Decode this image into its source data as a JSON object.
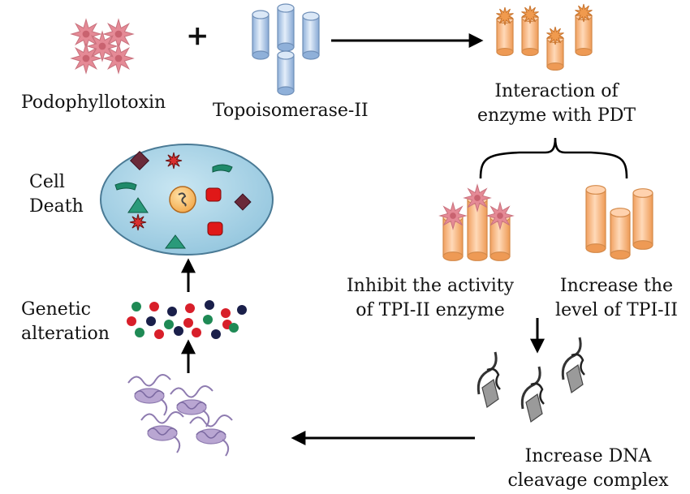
{
  "labels": {
    "podophyllotoxin": "Podophyllotoxin",
    "plus": "+",
    "topoisomerase": "Topoisomerase-II",
    "interaction_line1": "Interaction of",
    "interaction_line2": "enzyme with PDT",
    "cell_death_line1": "Cell",
    "cell_death_line2": "Death",
    "genetic_line1": "Genetic",
    "genetic_line2": "alteration",
    "inhibit_line1": "Inhibit the activity",
    "inhibit_line2": "of TPI-II enzyme",
    "increase_line1": "Increase the",
    "increase_line2": "level of TPI-II",
    "dna_line1": "Increase DNA",
    "dna_line2": "cleavage complex"
  },
  "colors": {
    "star": "#e58a96",
    "cylinder_blue": "#a9c4e6",
    "cylinder_orange": "#f5b27a",
    "cell_fill": "#a8d3e6",
    "arrow": "#000000",
    "dot_red": "#d81f2a",
    "dot_green": "#1f8a55",
    "dot_navy": "#1a1f4a",
    "helix": "#b9a6d2",
    "strand": "#707070"
  }
}
